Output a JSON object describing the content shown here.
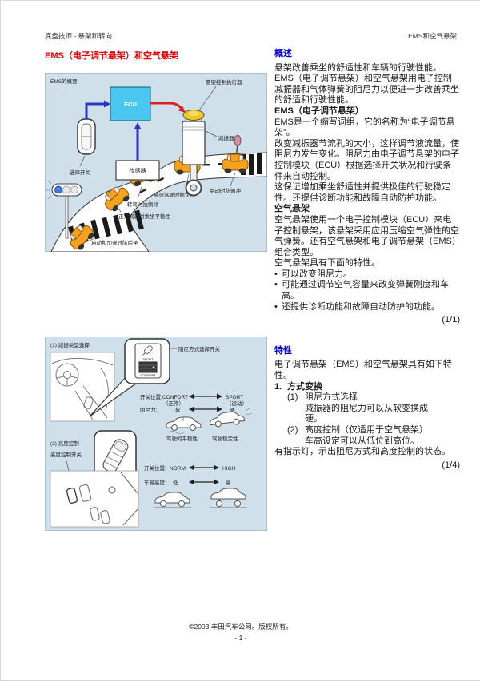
{
  "header": {
    "left": "底盘技师 - 悬架和转向",
    "right": "EMS和空气悬架"
  },
  "left_col": {
    "title": "EMS（电子调节悬架）和空气悬架"
  },
  "diagram1": {
    "caption": "EMS的概要",
    "ecu_label": "ECU",
    "actuator_label": "悬架控制执行器",
    "damper_label": "减振器",
    "sensor_label": "传感器",
    "selector_label": "选择开关",
    "label_high_speed": "高速驾驶时稳定性",
    "label_braking": "制动时防俯冲",
    "label_cornering": "转弯时抗侧倾",
    "label_normal": "正常驾驶时乘坐平稳性",
    "label_accel": "启动和加速时防后坐"
  },
  "diagram2": {
    "sec1": "(1) 减振类型选择",
    "damping_switch": "阻尼方式选择开关",
    "sw_sport": "SPORT",
    "sw_confort": "CONFORT",
    "row1_label": "开关位置:",
    "row1_left": "CONFORT",
    "row1_left_sub": "（正常）",
    "row1_right": "SPORT",
    "row1_right_sub": "（运动）",
    "row2_label": "阻尼力:",
    "row2_left": "软",
    "row2_right": "硬",
    "car_comfort": "驾驶的平稳性",
    "car_sport": "驾驶稳定性",
    "sec2": "(2) 高度控制",
    "height_switch": "高度控制开关",
    "row3_label": "开关位置:",
    "row3_left": "NORM",
    "row3_right": "HIGH",
    "row4_label": "车身高度:",
    "row4_left": "低",
    "row4_right": "高"
  },
  "right_col": {
    "overview_heading": "概述",
    "p1": "悬架改善乘坐的舒适性和车辆的行驶性能。EMS（电子调节悬架）和空气悬架用电子控制减振器和气体弹簧的阻尼力以便进一步改善乘坐的舒适和行驶性能。",
    "ems_heading": "EMS（电子调节悬架）",
    "p2": "EMS是一个缩写词组，它的名称为“电子调节悬架”。",
    "p3": "改变减振器节流孔的大小，这样调节液流量，使阻尼力发生变化。阻尼力由电子调节悬架的电子控制模块（ECU）根据选择开关状况和行驶条件来自动控制。",
    "p4": "这保证增加乘坐舒适性并提供极佳的行驶稳定性。还提供诊断功能和故障自动防护功能。",
    "air_heading": "空气悬架",
    "p5": "空气悬架使用一个电子控制模块（ECU）来电子控制悬架，该悬架采用应用压缩空气弹性的空气弹簧。还有空气悬架和电子调节悬架（EMS）组合类型。",
    "p6": "空气悬架具有下面的特性。",
    "bullet_char": "•",
    "bullets": [
      "可以改变阻尼力。",
      "可能通过调节空气容量来改变弹簧刚度和车高。",
      "还提供诊断功能和故障自动防护的功能。"
    ],
    "ref1": "(1/1)",
    "features_heading": "特性",
    "f_intro": "电子调节悬架（EMS）和空气悬架具有如下特性。",
    "item1_num": "1.",
    "item1_title": "方式变换",
    "sub1_num": "(1)",
    "sub1_title": "阻尼方式选择",
    "sub1_body": "减振器的阻尼力可以从软变换成硬。",
    "sub2_num": "(2)",
    "sub2_title": "高度控制（仅适用于空气悬架）",
    "sub2_body": "车高设定可以从低位到高位。",
    "note": "有指示灯，示出阻尼方式和高度控制的状态。",
    "ref2": "(1/4)"
  },
  "footer": {
    "copyright": "©2003 丰田汽车公司。版权所有。",
    "page": "- 1 -"
  },
  "colors": {
    "accent_red": "#e60000",
    "heading_blue": "#0000dd",
    "diagram_bg": "#cfe0ea",
    "ecu_cyan": "#49c7ef",
    "arrow_blue": "#2a35c0",
    "arrow_red": "#e02020",
    "car_orange": "#f6a21c",
    "damper_cap_yellow": "#f2c71d"
  }
}
